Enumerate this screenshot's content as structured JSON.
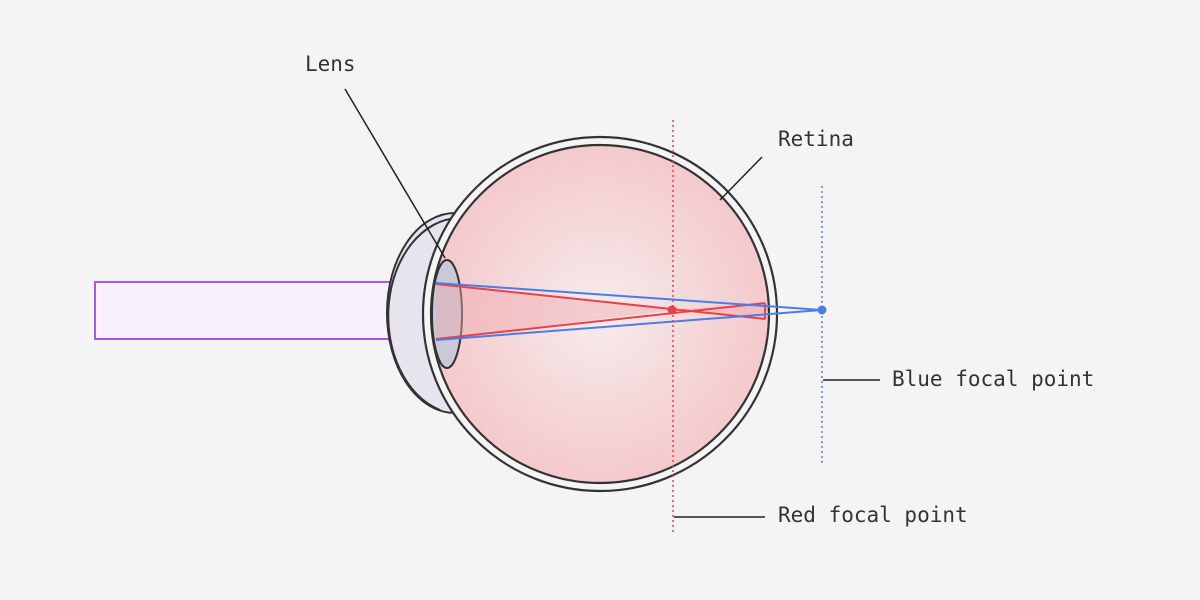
{
  "labels": {
    "lens": "Lens",
    "retina": "Retina",
    "blue_focal_point": "Blue focal point",
    "red_focal_point": "Red focal point"
  },
  "colors": {
    "background": "#f4f4f4",
    "outline": "#333333",
    "red_ray": "#e8414a",
    "blue_ray": "#4a7ee6",
    "light_beam_border": "#a957e0",
    "light_beam_fill": "#f8f0fb",
    "eyeball_fill_center": "#f6ecec",
    "eyeball_fill_edge": "#f4c9cc",
    "cornea_fill": "#e6e4ee",
    "lens_fill": "#c9c9d8"
  }
}
